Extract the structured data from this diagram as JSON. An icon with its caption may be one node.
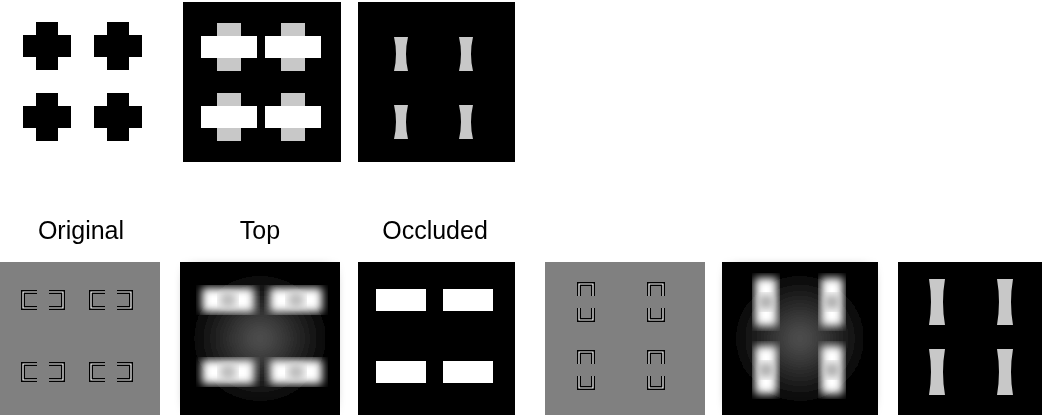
{
  "diagram": {
    "labels": [
      "Original",
      "Top",
      "Occluded"
    ]
  }
}
